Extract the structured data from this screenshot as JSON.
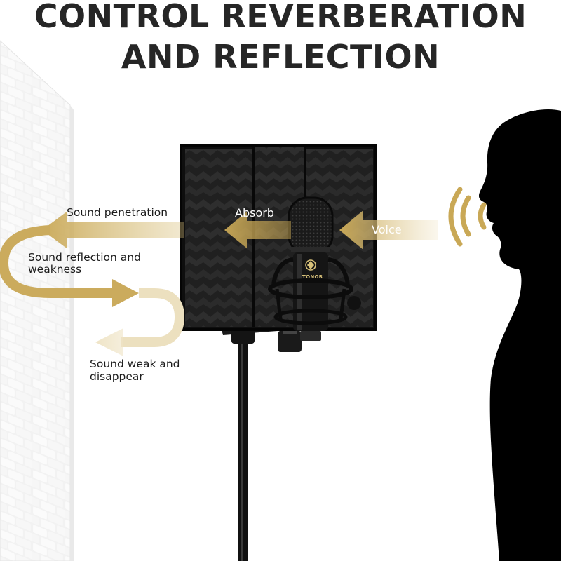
{
  "title": {
    "line1": "CONTROL REVERBERATION",
    "line2": "AND REFLECTION"
  },
  "labels": {
    "sound_penetration": "Sound penetration",
    "absorb": "Absorb",
    "voice": "Voice",
    "sound_reflection_line1": "Sound reflection and",
    "sound_reflection_line2": "weakness",
    "sound_weak_line1": "Sound weak and",
    "sound_weak_line2": "disappear"
  },
  "mic_brand": "TONOR",
  "colors": {
    "title": "#262626",
    "arrow_gold": "#c9a856",
    "foam": "#1e1e1e",
    "silhouette": "#000000",
    "wall": "#f1f1f1"
  },
  "icons": [
    "brick-wall",
    "acoustic-shield",
    "condenser-microphone",
    "mic-stand",
    "person-silhouette",
    "sound-waves-icon",
    "arrow"
  ]
}
